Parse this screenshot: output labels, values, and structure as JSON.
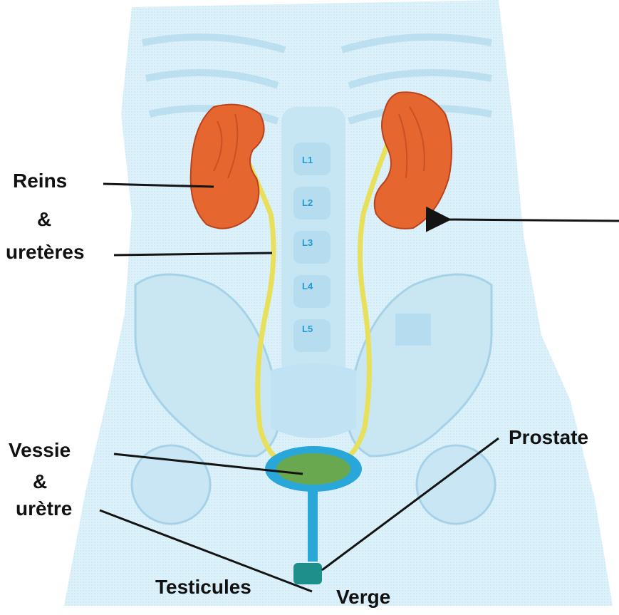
{
  "labels": {
    "reins": "Reins",
    "amp1": "&",
    "ureteres": "uretères",
    "vessie": "Vessie",
    "amp2": "&",
    "uretre": "urètre",
    "prostate": "Prostate",
    "testicules": "Testicules",
    "verge": "Verge"
  },
  "vertebrae": [
    "L1",
    "L2",
    "L3",
    "L4",
    "L5"
  ],
  "colors": {
    "body": "#cfe9f4",
    "body_edge": "#9fd0e8",
    "kidney": "#e5672f",
    "kidney_dark": "#b8431d",
    "ureter": "#e8e05a",
    "bladder": "#6aa84f",
    "bladder_rim": "#2aa7d9",
    "prostate": "#1e8f8a",
    "leader": "#141414"
  },
  "icons": [
    "right-kidney-arrow-icon"
  ]
}
